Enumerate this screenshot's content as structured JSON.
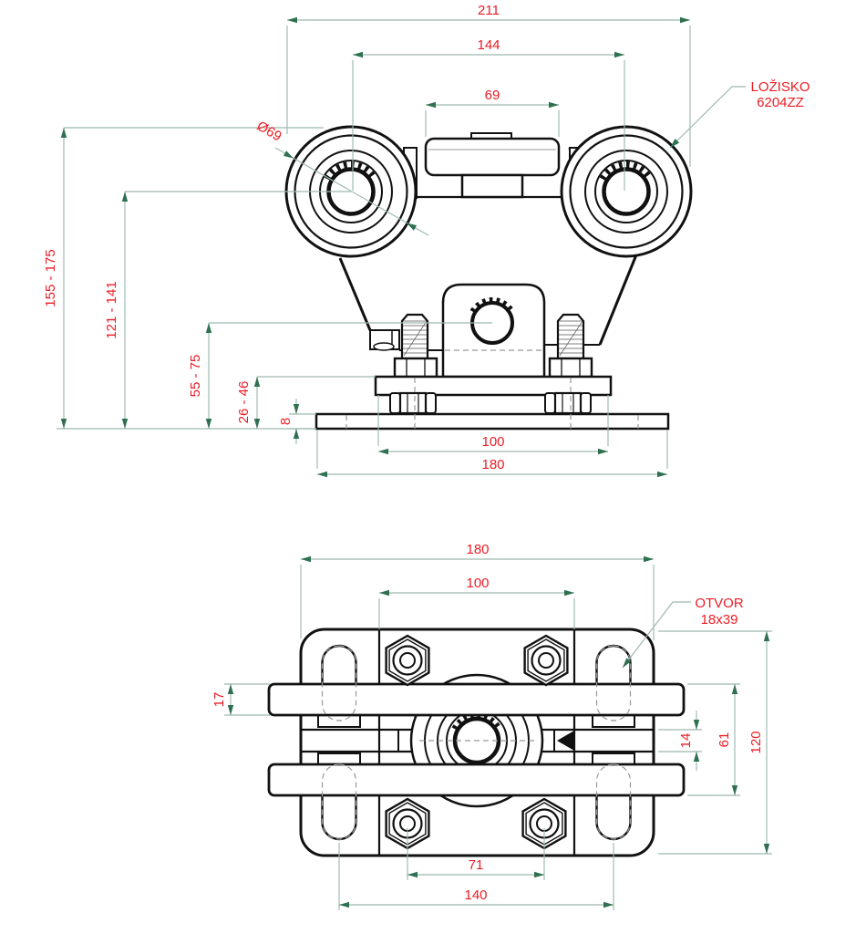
{
  "drawing": {
    "title": "trolley-technical-drawing",
    "colors": {
      "line": "#111111",
      "dimension_line": "#9db8ad",
      "arrow": "#2f7050",
      "dim_text": "#ed1c24",
      "hidden_line": "#999999"
    },
    "front_view": {
      "dims": {
        "overall_width": "211",
        "wheel_spacing": "144",
        "block_width": "69",
        "wheel_diameter": "Ø69",
        "height_range": "155 - 175",
        "axle_height_range": "121 - 141",
        "pivot_height_range": "55 - 75",
        "plate_height_range": "26 - 46",
        "plate_thickness": "8",
        "upper_plate_width": "100",
        "base_plate_width": "180"
      },
      "labels": {
        "bearing_title": "LOŽISKO",
        "bearing_model": "6204ZZ"
      }
    },
    "bottom_view": {
      "dims": {
        "base_plate_width": "180",
        "center_width": "100",
        "bar_thickness": "17",
        "jaw_gap": "14",
        "bar_span": "61",
        "plate_height": "120",
        "nut_spacing": "71",
        "slot_spacing": "140"
      },
      "labels": {
        "hole_title": "OTVOR",
        "hole_size": "18x39"
      }
    }
  }
}
